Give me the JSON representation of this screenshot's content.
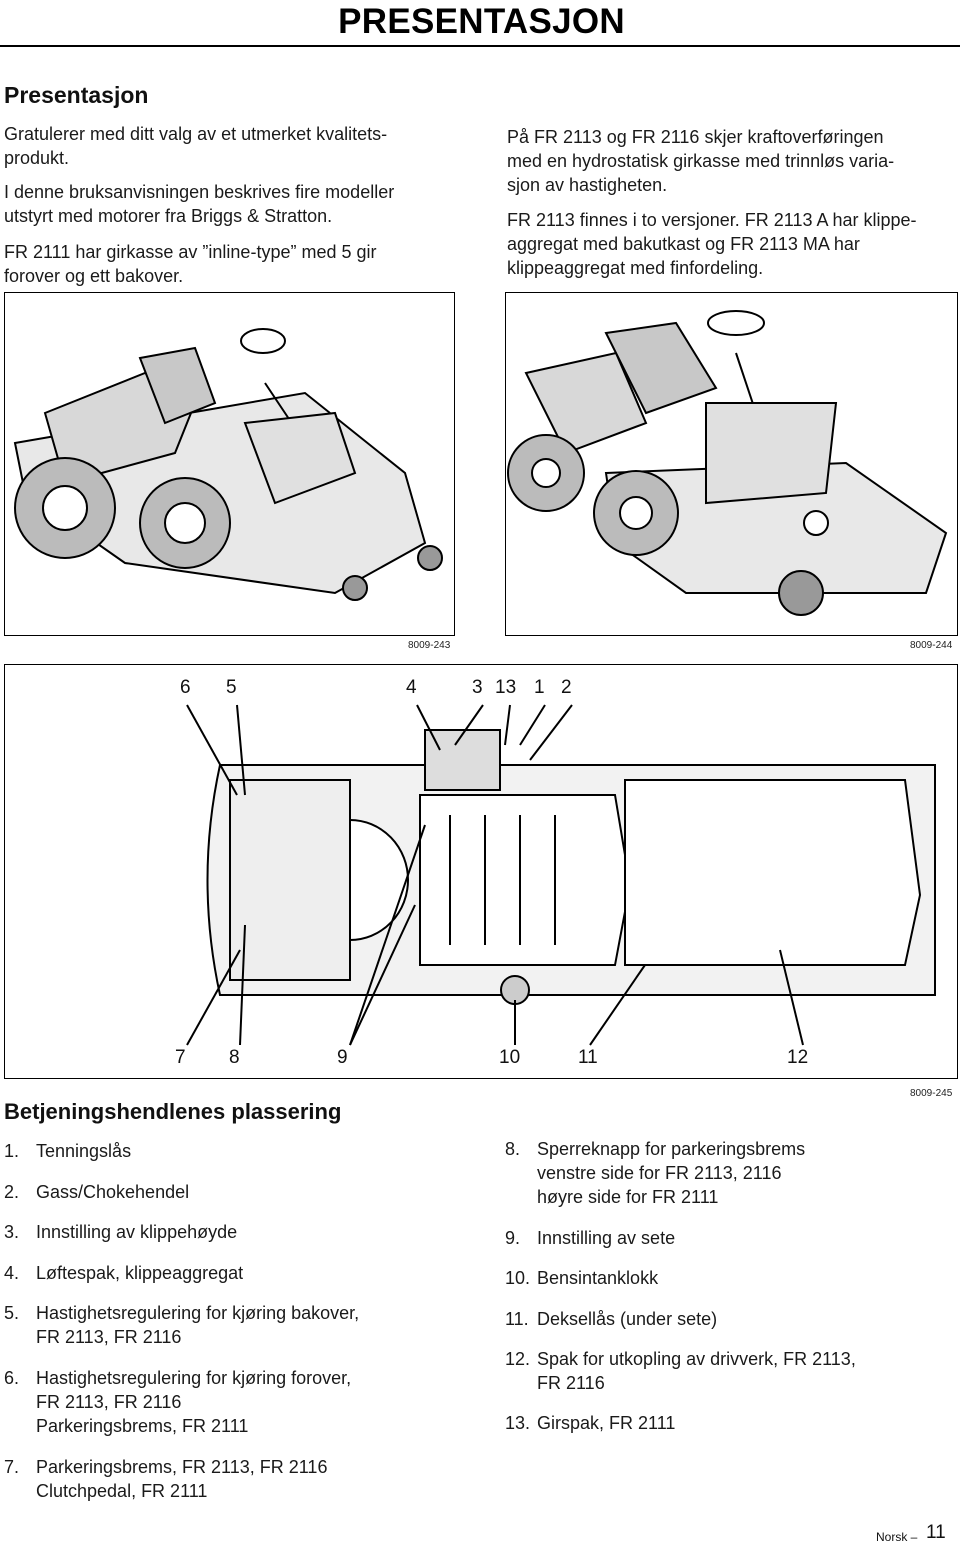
{
  "header": {
    "title": "PRESENTASJON"
  },
  "intro": {
    "heading": "Presentasjon",
    "left_paragraphs": [
      "Gratulerer med ditt valg av et utmerket kvalitets-\nprodukt.",
      "I denne bruksanvisningen beskrives fire modeller\nutstyrt med motorer fra Briggs & Stratton.",
      "FR 2111 har girkasse av ”inline-type” med 5 gir\nforover og ett bakover."
    ],
    "right_paragraphs": [
      "På FR 2113 og FR 2116 skjer kraftoverføringen\nmed en hydrostatisk girkasse med trinnløs varia-\nsjon av hastigheten.",
      "FR 2113 finnes i to versjoner. FR 2113 A har klippe-\naggregat med bakutkast og FR 2113 MA har\nklippeaggregat med finfordeling."
    ]
  },
  "figures": {
    "top_left_code": "8009-243",
    "top_right_code": "8009-244",
    "bottom_code": "8009-245",
    "callouts_top": [
      "6",
      "5",
      "4",
      "3",
      "13",
      "1",
      "2"
    ],
    "callouts_bottom": [
      "7",
      "8",
      "9",
      "10",
      "11",
      "12"
    ]
  },
  "controls": {
    "heading": "Betjeningshendlenes plassering",
    "left_items": [
      {
        "num": "1.",
        "text": "Tenningslås"
      },
      {
        "num": "2.",
        "text": "Gass/Chokehendel"
      },
      {
        "num": "3.",
        "text": "Innstilling av klippehøyde"
      },
      {
        "num": "4.",
        "text": "Løftespak, klippeaggregat"
      },
      {
        "num": "5.",
        "text": "Hastighetsregulering for kjøring bakover,\nFR 2113, FR 2116"
      },
      {
        "num": "6.",
        "text": "Hastighetsregulering for kjøring forover,\nFR 2113, FR 2116\nParkeringsbrems, FR 2111"
      },
      {
        "num": "7.",
        "text": "Parkeringsbrems, FR 2113, FR 2116\nClutchpedal, FR 2111"
      }
    ],
    "right_items": [
      {
        "num": "8.",
        "text": "Sperreknapp for parkeringsbrems\nvenstre side for FR 2113, 2116\nhøyre side for FR 2111"
      },
      {
        "num": "9.",
        "text": "Innstilling av sete"
      },
      {
        "num": "10.",
        "text": "Bensintanklokk"
      },
      {
        "num": "11.",
        "text": "Deksellås (under sete)"
      },
      {
        "num": "12.",
        "text": "Spak for utkopling av drivverk, FR 2113,\nFR 2116"
      },
      {
        "num": "13.",
        "text": "Girspak, FR 2111"
      }
    ]
  },
  "footer": {
    "language": "Norsk –",
    "page": "11"
  }
}
